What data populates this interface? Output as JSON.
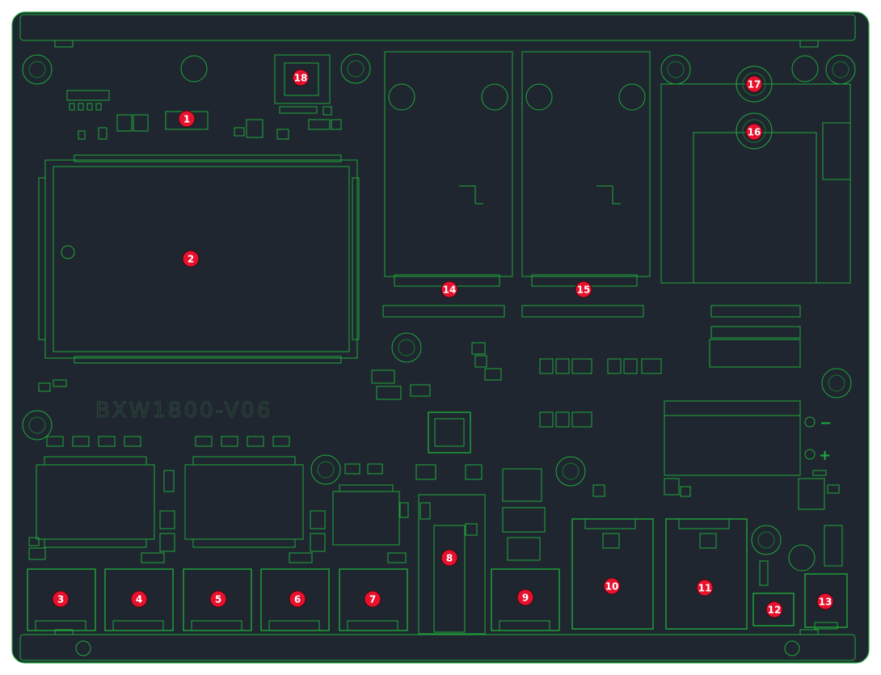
{
  "board": {
    "silkscreen": "BXW1800-V06",
    "polarity": {
      "minus": "−",
      "plus": "+"
    },
    "colors": {
      "background": "#1f2630",
      "trace": "#1fa83a",
      "marker": "#e8112d"
    }
  },
  "markers": [
    {
      "n": "1",
      "name": "marker-1"
    },
    {
      "n": "2",
      "name": "marker-2"
    },
    {
      "n": "3",
      "name": "marker-3"
    },
    {
      "n": "4",
      "name": "marker-4"
    },
    {
      "n": "5",
      "name": "marker-5"
    },
    {
      "n": "6",
      "name": "marker-6"
    },
    {
      "n": "7",
      "name": "marker-7"
    },
    {
      "n": "8",
      "name": "marker-8"
    },
    {
      "n": "9",
      "name": "marker-9"
    },
    {
      "n": "10",
      "name": "marker-10"
    },
    {
      "n": "11",
      "name": "marker-11"
    },
    {
      "n": "12",
      "name": "marker-12"
    },
    {
      "n": "13",
      "name": "marker-13"
    },
    {
      "n": "14",
      "name": "marker-14"
    },
    {
      "n": "15",
      "name": "marker-15"
    },
    {
      "n": "16",
      "name": "marker-16"
    },
    {
      "n": "17",
      "name": "marker-17"
    },
    {
      "n": "18",
      "name": "marker-18"
    }
  ]
}
